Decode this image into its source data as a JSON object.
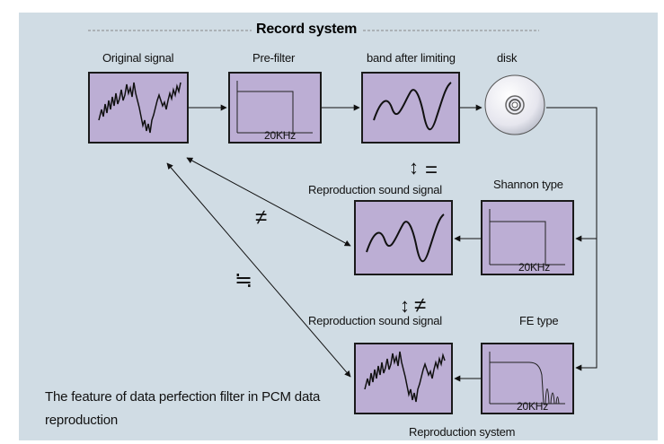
{
  "title": "Record system",
  "labels": {
    "original_signal": "Original signal",
    "pre_filter": "Pre-filter",
    "band_after_limiting": "band after limiting",
    "disk": "disk",
    "shannon_type": "Shannon type",
    "reproduction_sound_signal_1": "Reproduction sound signal",
    "reproduction_sound_signal_2": "Reproduction sound signal",
    "fe_type": "FE type",
    "reproduction_system": "Reproduction system"
  },
  "freq_labels": {
    "pre_filter": "20KHz",
    "shannon": "20KHz",
    "fe": "20KHz"
  },
  "symbols": {
    "equal": "=",
    "not_equal_1": "≠",
    "not_equal_2": "≠",
    "approx_equal": "≒",
    "updown_1": "↕",
    "updown_2": "↕"
  },
  "caption": "The feature of data perfection filter in PCM data reproduction",
  "colors": {
    "panel": "#d0dce4",
    "box_fill": "#bcaed4",
    "border": "#1a1a1a"
  }
}
